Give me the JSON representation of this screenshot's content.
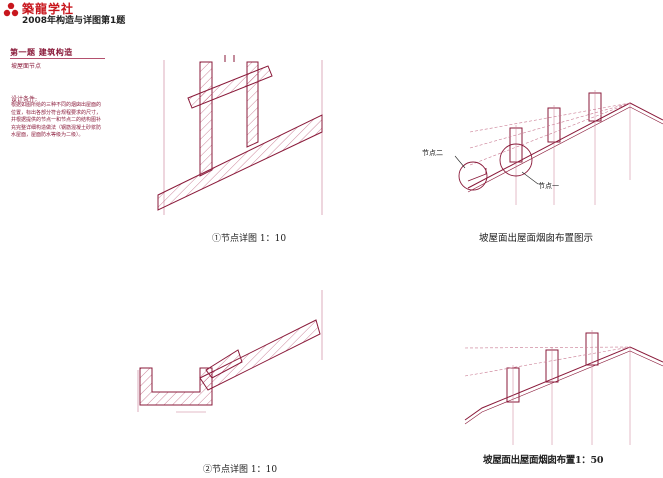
{
  "header": {
    "brand": "築龍学社",
    "exam_title": "2008年构造与详图第1题",
    "logo_color": "#c8161d"
  },
  "sidebar": {
    "section_title": "第一题  建筑构造",
    "section_subtitle": "坡屋面节点",
    "design_label": "设计条件:",
    "design_text": "根据如图所给的三种不同的烟囱出屋面的位置，标出各部分符合规程要求的尺寸，并根据提供的节点一和节点二的结构图补充完整详细构造做法（钢筋混凝土砂浆防水屋面，屋面防水等级为二级）。"
  },
  "captions": {
    "detail1": "①节点详图 1：10",
    "layout": "坡屋面出屋面烟囱布置图示",
    "detail2": "②节点详图 1：10",
    "section": "坡屋面出屋面烟囱布置1：50"
  },
  "labels": {
    "node2": "节点二",
    "node1": "节点一"
  },
  "colors": {
    "line": "#8a1a3a",
    "hatch": "#b4506e",
    "guide": "#c87890"
  }
}
